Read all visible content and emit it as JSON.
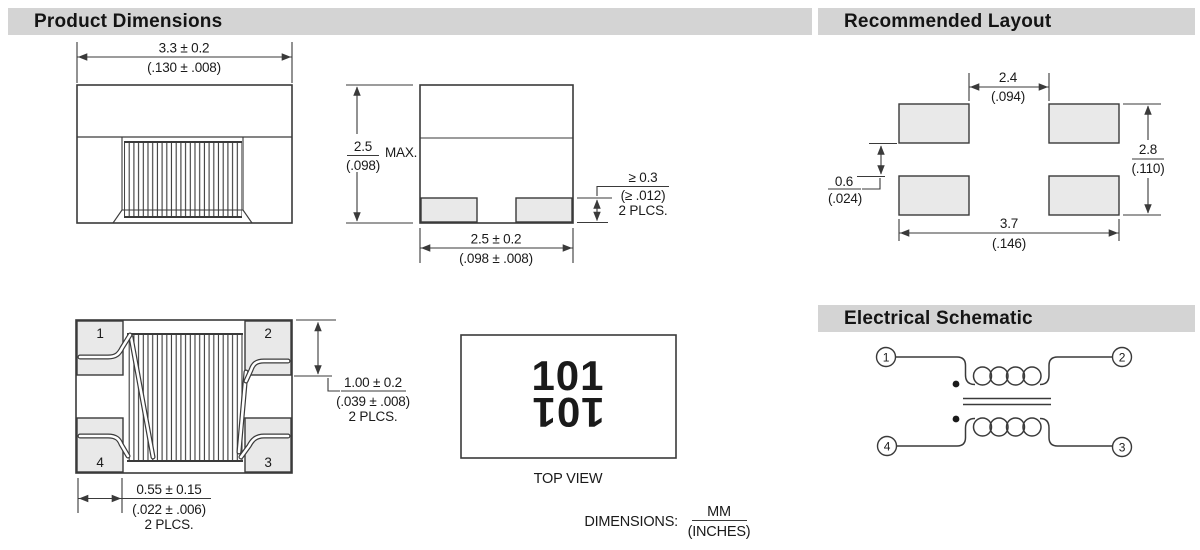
{
  "colors": {
    "background": "#ffffff",
    "header_bg": "#d4d4d4",
    "line": "#3a3a3a",
    "pad_fill": "#e9e9e9",
    "text": "#1a1a1a"
  },
  "sections": {
    "product_dimensions": "Product Dimensions",
    "recommended_layout": "Recommended Layout",
    "electrical_schematic": "Electrical Schematic"
  },
  "front_view": {
    "width_mm": "3.3 ± 0.2",
    "width_in": "(.130 ± .008)"
  },
  "side_view": {
    "height_mm": "2.5",
    "height_in": "(.098)",
    "height_note": "MAX.",
    "terminal_mm": "≥ 0.3",
    "terminal_in": "(≥ .012)",
    "terminal_places": "2 PLCS.",
    "width_mm": "2.5 ± 0.2",
    "width_in": "(.098 ± .008)"
  },
  "bottom_view": {
    "pin1": "1",
    "pin2": "2",
    "pin3": "3",
    "pin4": "4",
    "pad_length_mm": "1.00 ± 0.2",
    "pad_length_in": "(.039 ± .008)",
    "pad_length_places": "2 PLCS.",
    "pad_width_mm": "0.55 ± 0.15",
    "pad_width_in": "(.022 ± .006)",
    "pad_width_places": "2 PLCS."
  },
  "top_view": {
    "marking": "101",
    "marking_mirrored": "101",
    "caption": "TOP VIEW"
  },
  "units_note": {
    "label": "DIMENSIONS:",
    "numerator": "MM",
    "denominator": "(INCHES)"
  },
  "recommended_layout": {
    "pad_gap_x_mm": "2.4",
    "pad_gap_x_in": "(.094)",
    "pad_gap_y_mm": "0.6",
    "pad_gap_y_in": "(.024)",
    "span_y_mm": "2.8",
    "span_y_in": "(.110)",
    "span_x_mm": "3.7",
    "span_x_in": "(.146)"
  },
  "schematic": {
    "pin1": "1",
    "pin2": "2",
    "pin3": "3",
    "pin4": "4"
  }
}
